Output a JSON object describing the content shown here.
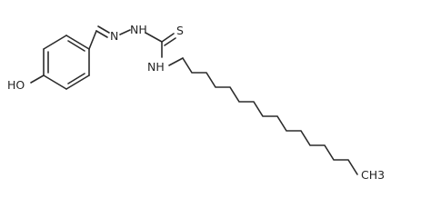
{
  "molecule": {
    "atom_labels": {
      "hydroxyl": "HO",
      "thione_sulfur": "S",
      "hydrazone_nh": "NH",
      "imine_n": "N",
      "amide_nh": "NH",
      "terminal_methyl": "CH3"
    },
    "colors": {
      "bond": "#2b2b2b",
      "label": "#262626",
      "background": "#ffffff"
    }
  }
}
